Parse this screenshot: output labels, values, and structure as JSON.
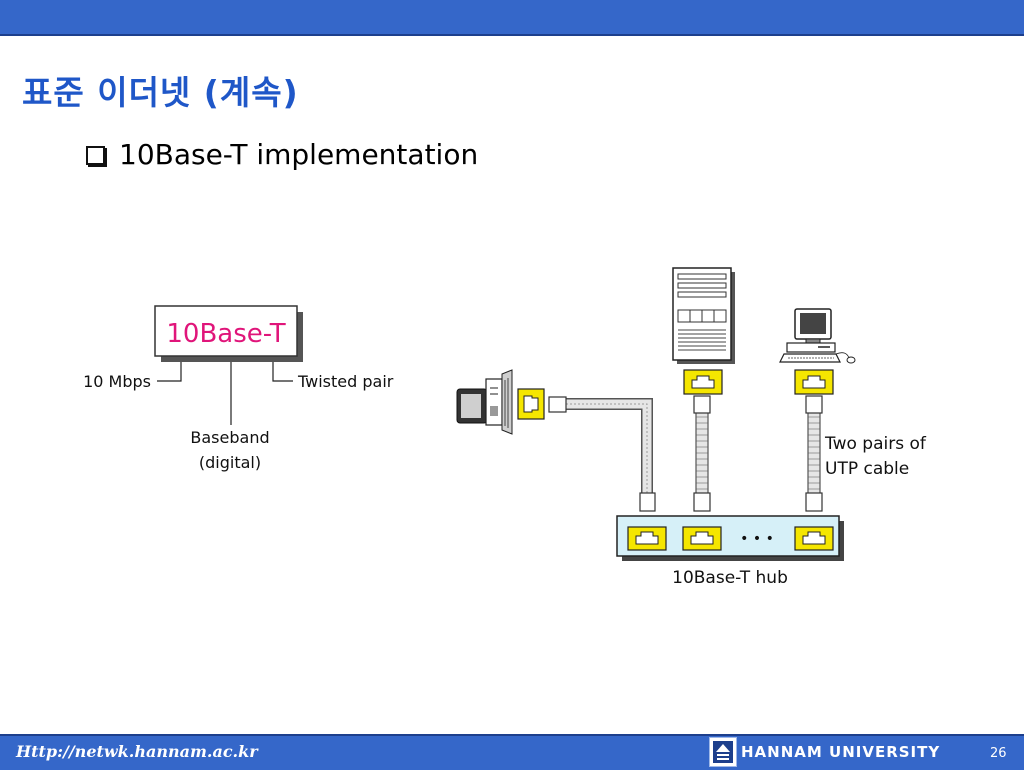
{
  "slide": {
    "title": "표준 이더넷 (계속)",
    "bullet": "10Base-T implementation"
  },
  "naming_diagram": {
    "label": "10Base-T",
    "parts": {
      "rate": "10 Mbps",
      "signal": "Baseband",
      "signal_note": "(digital)",
      "medium": "Twisted pair"
    }
  },
  "network_diagram": {
    "cable_label_line1": "Two pairs of",
    "cable_label_line2": "UTP cable",
    "hub_label": "10Base-T hub",
    "hub_ellipsis": "• • •"
  },
  "footer": {
    "url": "Http://netwk.hannam.ac.kr",
    "university": "HANNAM  UNIVERSITY",
    "page_number": "26"
  },
  "colors": {
    "header_blue": "#3567c9",
    "title_blue": "#1f57c8",
    "label_magenta": "#e0157a",
    "port_yellow": "#f5e600",
    "hub_cyan": "#d6f0f8"
  }
}
